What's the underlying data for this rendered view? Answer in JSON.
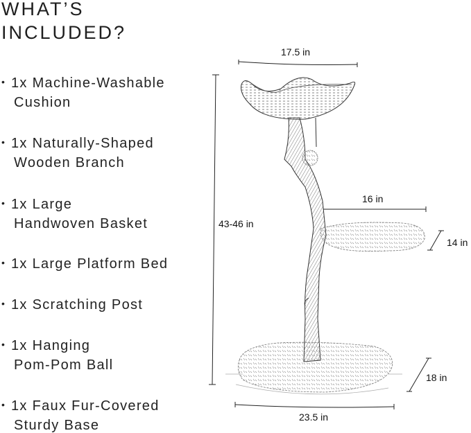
{
  "header": {
    "title_line1": "WHAT’S",
    "title_line2": "INCLUDED?"
  },
  "items": [
    {
      "bullet": "•",
      "line1": "1x Machine-Washable",
      "line2": "Cushion"
    },
    {
      "bullet": "•",
      "line1": "1x  Naturally-Shaped",
      "line2": "Wooden Branch"
    },
    {
      "bullet": "•",
      "line1": "1x Large",
      "line2": "Handwoven Basket"
    },
    {
      "bullet": "•",
      "line1": "1x Large Platform Bed",
      "line2": ""
    },
    {
      "bullet": "•",
      "line1": "1x Scratching Post",
      "line2": ""
    },
    {
      "bullet": "•",
      "line1": "1x Hanging",
      "line2": "Pom-Pom Ball"
    },
    {
      "bullet": "•",
      "line1": "1x Faux Fur-Covered",
      "line2": "Sturdy Base"
    }
  ],
  "dimensions": {
    "basket_width": "17.5 in",
    "height": "43-46 in",
    "platform_width": "16 in",
    "platform_depth": "14 in",
    "base_depth": "18 in",
    "base_width": "23.5 in"
  }
}
